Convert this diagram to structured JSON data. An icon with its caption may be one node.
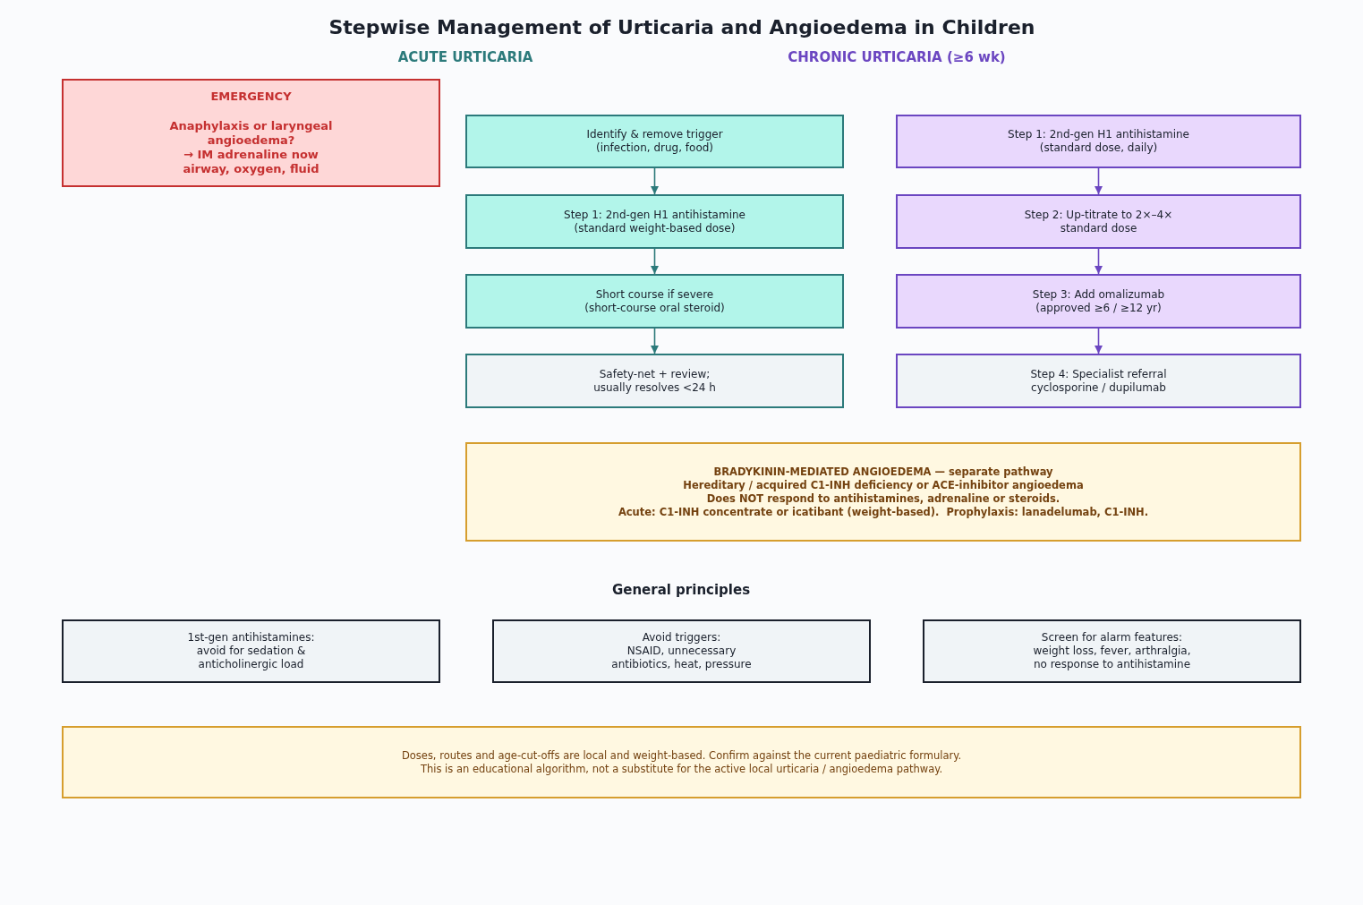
{
  "diagram": {
    "title": "Stepwise Management of Urticaria and Angioedema in Children",
    "nodes": [
      {
        "text": [
          "EMERGENCY",
          "Anaphylaxis or laryngeal angioedema?",
          "→ IM adrenaline now",
          "airway, oxygen, fluid"
        ]
      },
      {
        "text": [
          "Identify & remove trigger",
          "(infection, drug, food)"
        ]
      },
      {
        "text": [
          "Step 1: 2nd-gen H1 antihistamine",
          "(standard weight-based dose)"
        ]
      },
      {
        "text": [
          "Short course if severe",
          "(short-course oral steroid)"
        ]
      },
      {
        "text": [
          "Safety-net + review; usually resolves <24 h"
        ]
      },
      {
        "text": [
          "Step 1: 2nd-gen H1 antihistamine",
          "(standard dose, daily)"
        ]
      },
      {
        "text": [
          "Step 2: Up-titrate to 2×–4× standard dose"
        ]
      },
      {
        "text": [
          "Step 3: Add omalizumab",
          "(approved ≥6 / ≥12 yr)"
        ]
      },
      {
        "text": [
          "Step 4: Specialist referral",
          "cyclosporine / dupilumab"
        ]
      },
      {
        "text": [
          "BRADYKININ-MEDIATED ANGIOEDEMA — separate pathway",
          "Hereditary / acquired C1-INH deficiency or ACE-inhibitor angioedema",
          "Does NOT respond to antihistamines, adrenaline or steroids.",
          "Acute: C1-INH concentrate or icatibant (weight-based).  Prophylaxis: lanadelumab, C1-INH."
        ]
      },
      {
        "text": [
          "1st-gen antihistamines:",
          "avoid for sedation & anticholinergic load"
        ]
      },
      {
        "text": [
          "Avoid triggers:",
          "NSAID, unnecessary antibiotics, heat, pressure"
        ]
      },
      {
        "text": [
          "Screen for alarm features:",
          "weight loss, fever, arthralgia, no response to antihistamine"
        ]
      },
      {
        "text": [
          "Doses, routes and age-cut-offs are local and weight-based. Confirm against the current paediatric formulary.",
          "This is an educational algorithm, not a substitute for the active local urticaria / angioedema pathway."
        ]
      }
    ],
    "edges": [
      {
        "from": 1,
        "to": 2,
        "arrow": "to"
      },
      {
        "from": 2,
        "to": 3,
        "arrow": "to"
      },
      {
        "from": 3,
        "to": 4,
        "arrow": "to"
      },
      {
        "from": 5,
        "to": 6,
        "arrow": "to",
        "color": "#6b46c1"
      },
      {
        "from": 6,
        "to": 7,
        "arrow": "to",
        "color": "#6b46c1"
      },
      {
        "from": 7,
        "to": 8,
        "arrow": "to",
        "color": "#6b46c1"
      }
    ],
    "labels": [
      "ACUTE URTICARIA",
      "CHRONIC URTICARIA (≥6 wk)",
      "General principles"
    ]
  }
}
